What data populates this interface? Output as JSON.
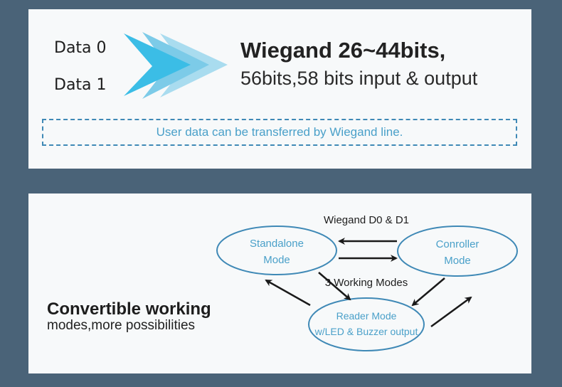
{
  "top_panel": {
    "data_0_label": "Data 0",
    "data_1_label": "Data 1",
    "title": "Wiegand 26~44bits,",
    "subtitle": "56bits,58 bits input & output",
    "note": "User data can be transferred by Wiegand line.",
    "arrow_icon": "triple-chevron-arrow-icon"
  },
  "bottom_panel": {
    "heading": "Convertible working",
    "subheading": "modes,more possibilities",
    "diagram": {
      "top_label": "Wiegand D0 & D1",
      "center_label": "3 Working Modes",
      "nodes": [
        {
          "line1": "Standalone",
          "line2": "Mode"
        },
        {
          "line1": "Conroller",
          "line2": "Mode"
        },
        {
          "line1": "Reader Mode",
          "line2": "w/LED & Buzzer output"
        }
      ]
    }
  },
  "colors": {
    "background": "#4a6378",
    "panel": "#f7f9fa",
    "accent_blue": "#3f89b6",
    "node_text": "#4aa0c9"
  }
}
